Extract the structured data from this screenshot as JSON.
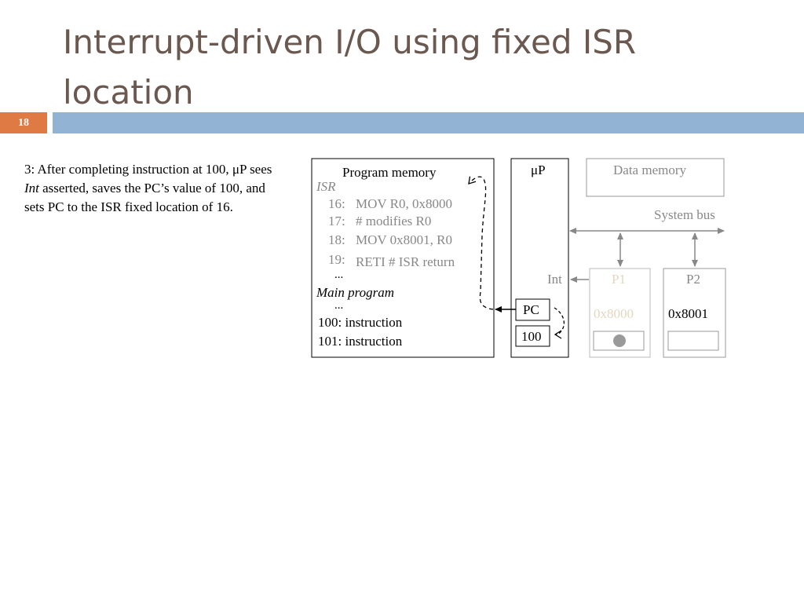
{
  "slide": {
    "title": "Interrupt-driven I/O using fixed ISR location",
    "number": "18"
  },
  "description": {
    "part1": "3: After completing instruction at 100, ",
    "part2": "μP sees ",
    "part3_italic": "Int",
    "part4": " asserted, saves the PC’s value of 100, and sets PC to the ISR fixed location of 16."
  },
  "diagram": {
    "program_memory": {
      "title": "Program memory",
      "isr_label": "ISR",
      "isr_lines": [
        {
          "addr": "16:",
          "code": "MOV R0, 0x8000"
        },
        {
          "addr": "17:",
          "code": "# modifies R0"
        },
        {
          "addr": "18:",
          "code": "MOV 0x8001, R0"
        },
        {
          "addr": "19:",
          "code": "RETI  # ISR return"
        }
      ],
      "ellipsis": "...",
      "main_label": "Main program",
      "main_lines": [
        "100:  instruction",
        "101:  instruction"
      ]
    },
    "microprocessor": {
      "title": "μP",
      "pc_label": "PC",
      "pc_value": "100",
      "int_label": "Int"
    },
    "data_memory": {
      "title": "Data memory"
    },
    "system_bus": {
      "label": "System bus"
    },
    "peripherals": [
      {
        "name": "P1",
        "address": "0x8000",
        "active": true
      },
      {
        "name": "P2",
        "address": "0x8001",
        "active": false
      }
    ],
    "colors": {
      "active": "#000000",
      "inactive": "#888888",
      "faded_peripheral": "#e3d7bf",
      "title": "#6b584f",
      "accent_orange": "#e07a45",
      "accent_blue": "#92b3d3"
    }
  }
}
